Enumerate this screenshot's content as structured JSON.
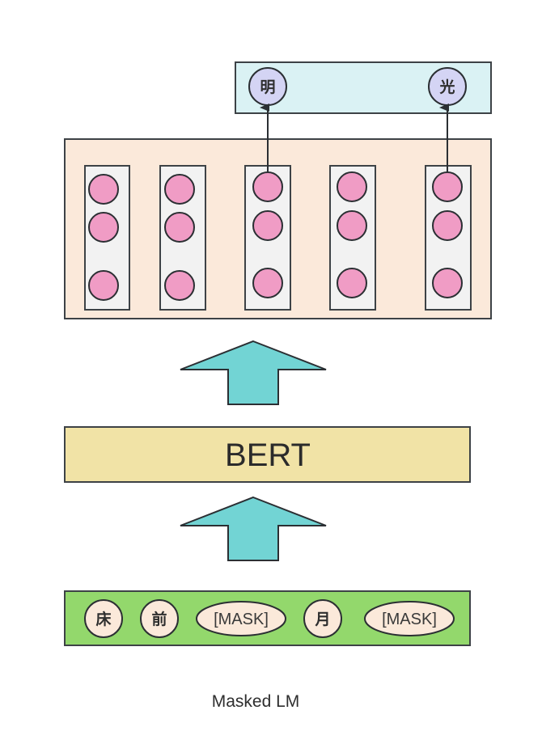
{
  "diagram": {
    "caption": "Masked LM",
    "colors": {
      "output_box": "#daf2f4",
      "output_node": "#d4d4f4",
      "hidden_box": "#fbe9da",
      "hidden_column": "#f2f2f2",
      "hidden_node": "#f09cc5",
      "arrow": "#72d4d4",
      "bert_box": "#f1e3a6",
      "input_box": "#93d86c",
      "input_token": "#fbe9da",
      "stroke": "#3d4246"
    },
    "output": {
      "tokens": [
        {
          "label": "明",
          "from_column": 2
        },
        {
          "label": "光",
          "from_column": 4
        }
      ]
    },
    "hidden_layer": {
      "columns": 5,
      "nodes_per_column": 3
    },
    "model": {
      "label": "BERT"
    },
    "input": {
      "tokens": [
        {
          "label": "床",
          "masked": false
        },
        {
          "label": "前",
          "masked": false
        },
        {
          "label": "[MASK]",
          "masked": true
        },
        {
          "label": "月",
          "masked": false
        },
        {
          "label": "[MASK]",
          "masked": true
        }
      ]
    }
  }
}
